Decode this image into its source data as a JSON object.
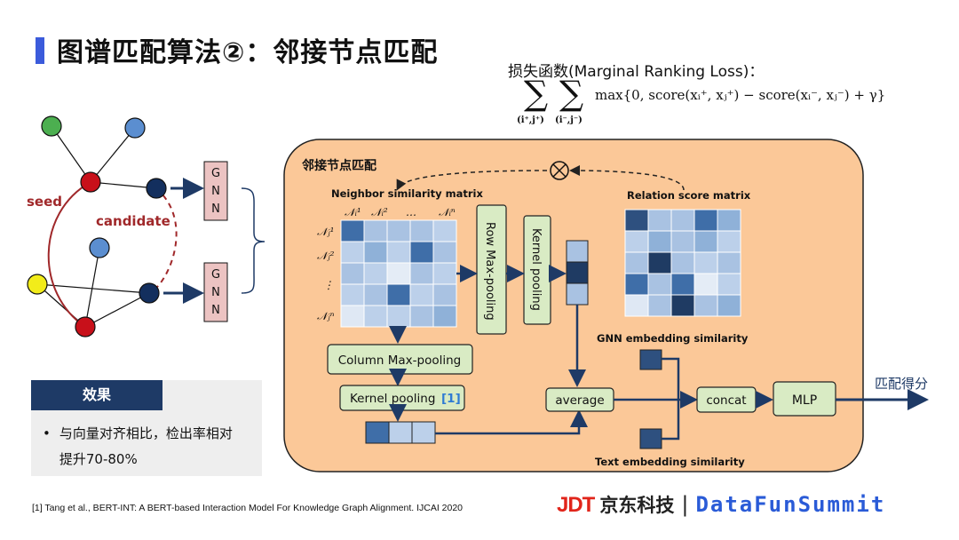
{
  "title": "图谱匹配算法②：邻接节点匹配",
  "loss": {
    "label": "损失函数(Marginal Ranking Loss)：",
    "formula_body": "max{0, score(xᵢ⁺, xⱼ⁺) − score(xᵢ⁻, xⱼ⁻) + γ}",
    "sum1_sub": "(i⁺,j⁺)",
    "sum2_sub": "(i⁻,j⁻)"
  },
  "left_graph": {
    "seed_label": "seed",
    "candidate_label": "candidate",
    "gnn_letters": [
      "G",
      "N",
      "N"
    ]
  },
  "panel": {
    "title": "邻接节点匹配",
    "neighbor_matrix_label": "Neighbor similarity matrix",
    "relation_matrix_label": "Relation score matrix",
    "col_headers": [
      "𝒩ᵢ¹",
      "𝒩ᵢ²",
      "…",
      "𝒩ᵢⁿ"
    ],
    "row_headers": [
      "𝒩ⱼ¹",
      "𝒩ⱼ²",
      "⋮",
      "𝒩ⱼⁿ"
    ],
    "row_maxpool": "Row Max-pooling",
    "kernel_pooling_v": "Kernel pooling",
    "column_maxpool": "Column Max-pooling",
    "kernel_pooling_h": "Kernel pooling",
    "citation": "[1]",
    "average": "average",
    "concat": "concat",
    "mlp": "MLP",
    "gnn_embedding_label": "GNN embedding similarity",
    "text_embedding_label": "Text embedding similarity",
    "otimes": "⊗"
  },
  "output_label": "匹配得分",
  "effect": {
    "heading": "效果",
    "bullet": "•",
    "text": "与向量对齐相比，检出率相对提升70-80%"
  },
  "footnote": "[1] Tang et al., BERT-INT: A BERT-based Interaction Model For Knowledge Graph Alignment. IJCAI 2020",
  "brand": {
    "jd": "JDT",
    "jd_cn": "京东科技",
    "separator": "|",
    "datafun": "DataFunSummit"
  },
  "colors": {
    "panel_fill": "#fbc898",
    "panel_stroke": "#222222",
    "green_box": "#d9ebc4",
    "gnn_box": "#ecc3c2",
    "arrow": "#1e3a66",
    "seed_red": "#c8101a",
    "title_accent": "#3b5bdb"
  }
}
